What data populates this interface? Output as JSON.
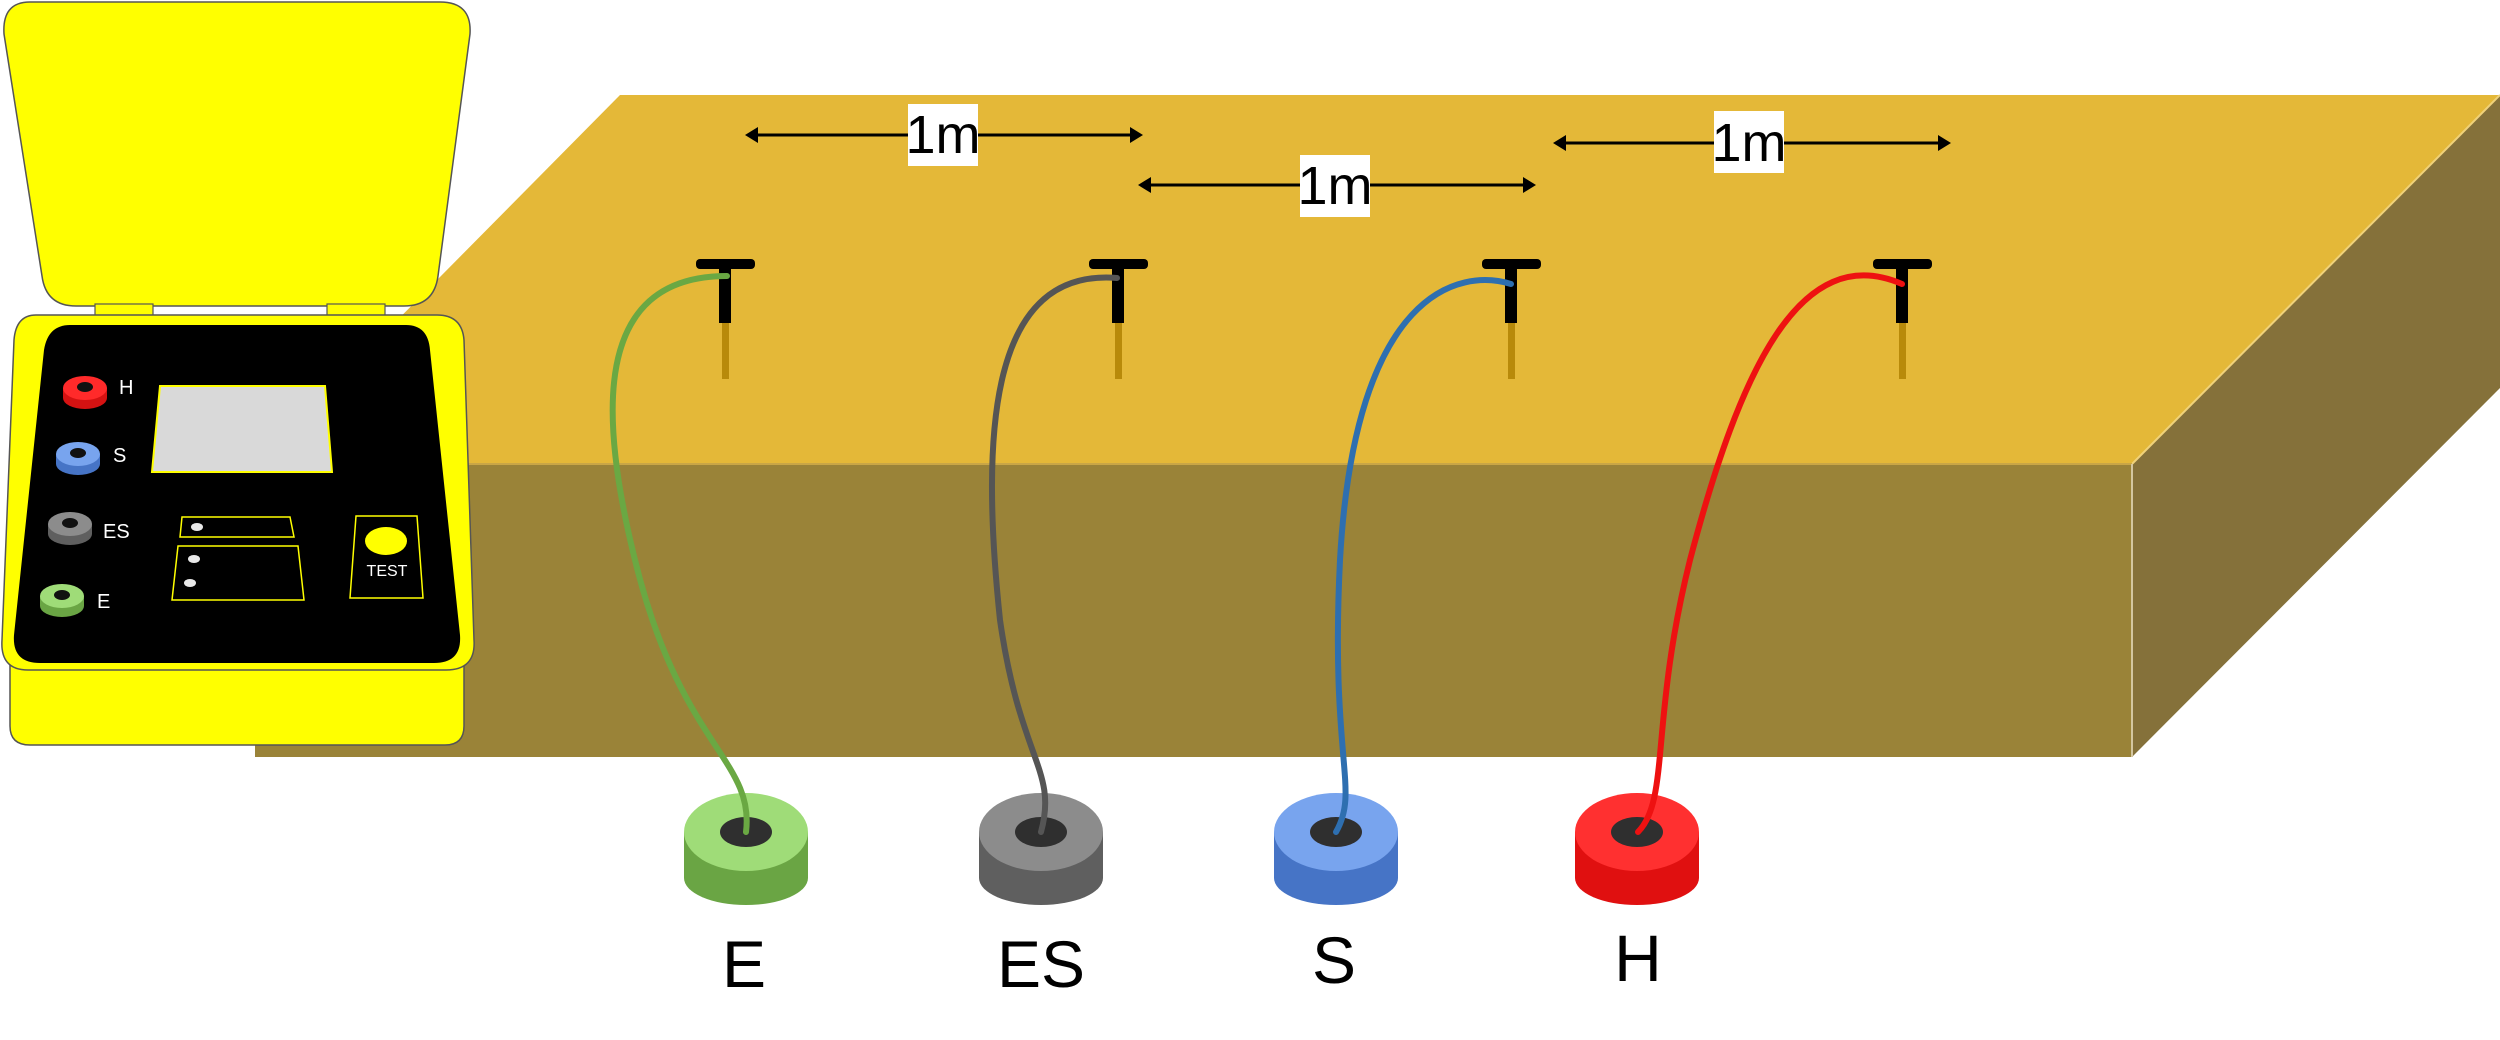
{
  "spacing_label": "1m",
  "dimensions": [
    {
      "label": "1m"
    },
    {
      "label": "1m"
    },
    {
      "label": "1m"
    }
  ],
  "connectors": [
    {
      "id": "e",
      "label": "E",
      "top": "#9fdc78",
      "side": "#6aa544",
      "wire": "#6aa843"
    },
    {
      "id": "es",
      "label": "ES",
      "top": "#8c8c8c",
      "side": "#5f5f5f",
      "wire": "#555555"
    },
    {
      "id": "s",
      "label": "S",
      "top": "#78a4ee",
      "side": "#4674c6",
      "wire": "#2e6fb0"
    },
    {
      "id": "h",
      "label": "H",
      "top": "#ff3030",
      "side": "#e01010",
      "wire": "#ee1111"
    }
  ],
  "meter": {
    "terminals": [
      {
        "label": "H",
        "top": "#ff2a2a",
        "side": "#d51212"
      },
      {
        "label": "S",
        "top": "#78a4ee",
        "side": "#4674c6"
      },
      {
        "label": "ES",
        "top": "#8c8c8c",
        "side": "#5f5f5f"
      },
      {
        "label": "E",
        "top": "#9fdc78",
        "side": "#6aa544"
      }
    ],
    "test_label": "TEST",
    "case_color": "#ffff00",
    "panel_color": "#000000"
  },
  "colors": {
    "ground_top": "#e4b838",
    "ground_front": "#9a8338",
    "ground_side": "#85713a"
  }
}
